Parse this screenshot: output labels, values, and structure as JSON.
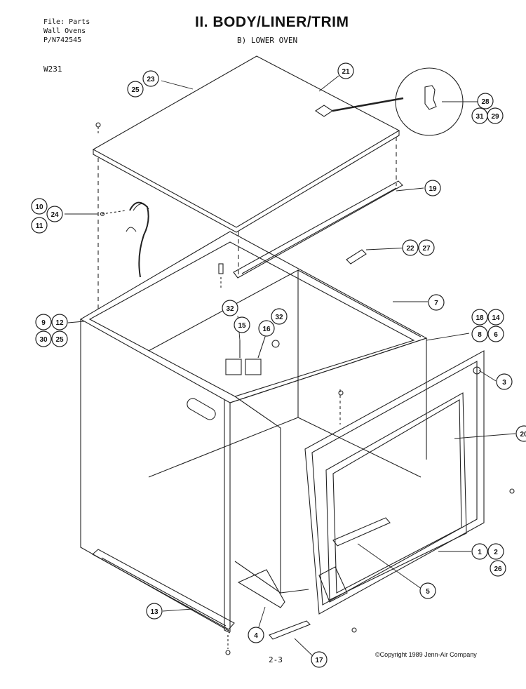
{
  "header": {
    "file_line": "File: Parts",
    "product_line": "Wall Ovens",
    "part_number": "P/N742545",
    "model": "W231"
  },
  "title": "II. BODY/LINER/TRIM",
  "subtitle": "B)   LOWER OVEN",
  "footer": {
    "page_number": "2-3",
    "copyright": "©Copyright 1989 Jenn-Air Company"
  },
  "callouts": {
    "c23": "23",
    "c25a": "25",
    "c21": "21",
    "c28": "28",
    "c31": "31",
    "c29": "29",
    "c19": "19",
    "c10": "10",
    "c24": "24",
    "c11": "11",
    "c22": "22",
    "c27": "27",
    "c7": "7",
    "c32a": "32",
    "c32b": "32",
    "c15": "15",
    "c16": "16",
    "c18": "18",
    "c14": "14",
    "c8": "8",
    "c6": "6",
    "c9": "9",
    "c12": "12",
    "c30": "30",
    "c25b": "25",
    "c3": "3",
    "c20": "20",
    "c1": "1",
    "c2": "2",
    "c26": "26",
    "c5": "5",
    "c13": "13",
    "c4": "4",
    "c17": "17"
  }
}
